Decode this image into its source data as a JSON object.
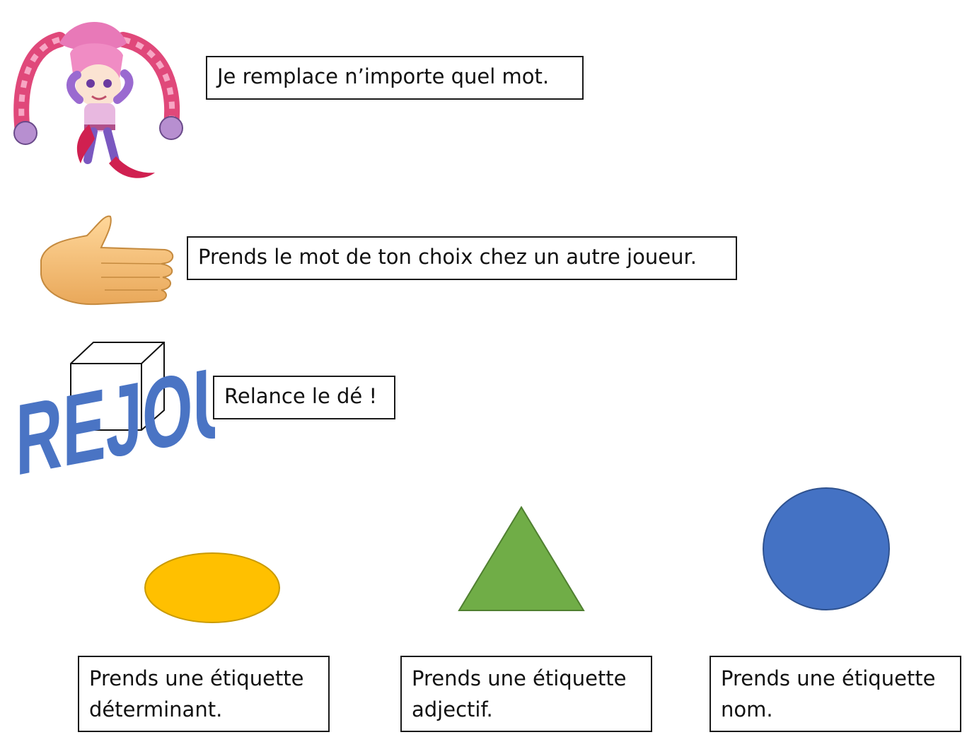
{
  "rules": [
    {
      "text": "Je remplace n’importe quel mot.",
      "icon": "jester-icon"
    },
    {
      "text": "Prends le mot de ton choix chez un autre joueur.",
      "icon": "hand-icon"
    },
    {
      "text": "Relance le dé !",
      "icon": "die-icon",
      "banner": "REJOUE !"
    }
  ],
  "cards": [
    {
      "shape": "ellipse",
      "color": "#ffc000",
      "line1": "Prends une étiquette",
      "line2": "déterminant."
    },
    {
      "shape": "triangle",
      "color": "#70ad47",
      "line1": "Prends une étiquette",
      "line2": "adjectif."
    },
    {
      "shape": "circle",
      "color": "#4472c4",
      "line1": "Prends une étiquette",
      "line2": "nom."
    }
  ]
}
